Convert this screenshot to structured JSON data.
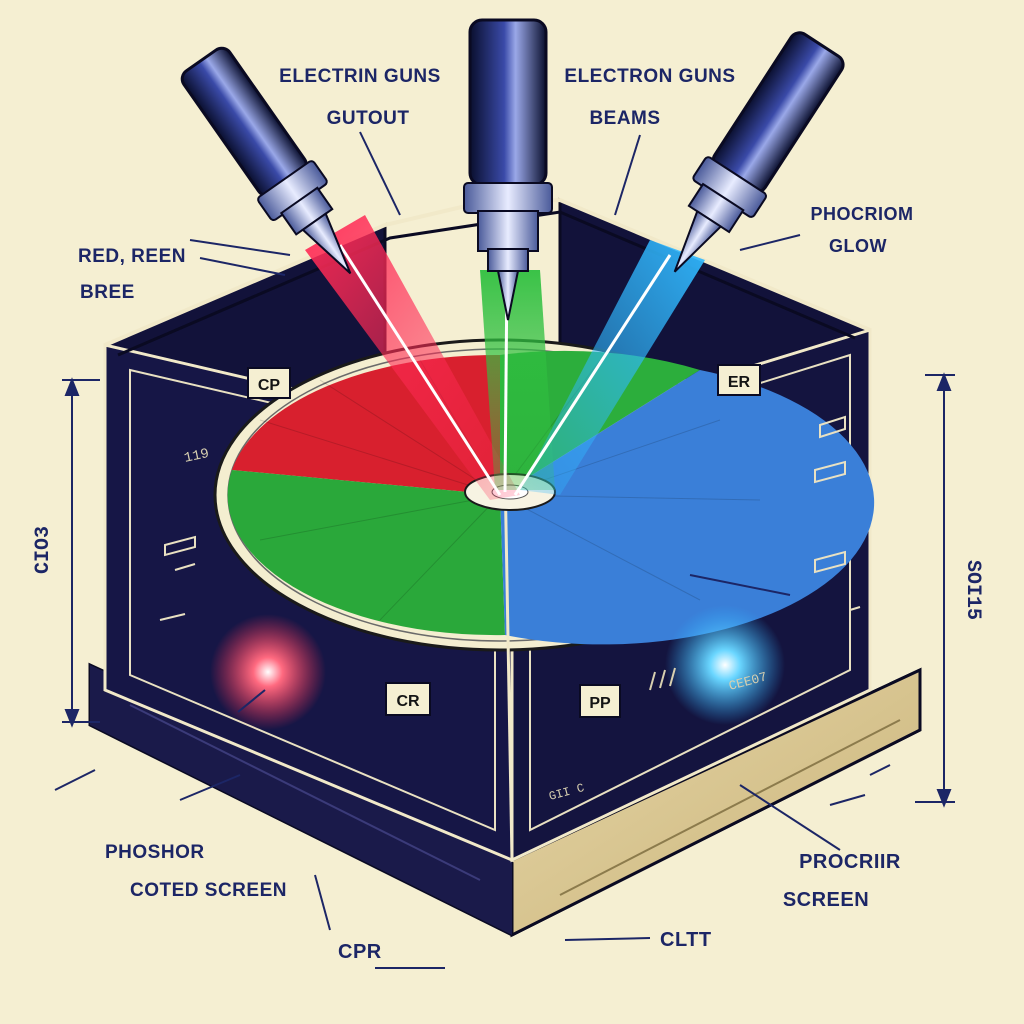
{
  "labels": {
    "electron_guns_output": [
      "ELECTRIN GUNS",
      "GUTOUT"
    ],
    "electron_guns_beams": [
      "ELECTRON GUNS",
      "BEAMS"
    ],
    "phosphor_glow": [
      "PHOCRIOM",
      "GLOW"
    ],
    "red_green_blue": [
      "RED, REEN",
      "BREE"
    ],
    "phosphor_coated_screen": [
      "PHOSHOR",
      "COTED SCREEN"
    ],
    "procrir_screen": [
      "PROCRIIR",
      "SCREEN"
    ],
    "bottom_cpr": "CPR",
    "bottom_clt": "CLTT",
    "box_cp": "CP",
    "box_er": "ER",
    "box_cr": "CR",
    "box_pp": "PP",
    "panel_small_left": "119",
    "panel_small_right": "CEE07",
    "panel_small_middle": "GII C",
    "dim_left": "CIO3",
    "dim_right": "SOI15"
  },
  "colors": {
    "paper": "#f5efd2",
    "ink": "#1c2666",
    "red_phosphor": "#e8203a",
    "green_phosphor": "#2fb03a",
    "blue_phosphor": "#3a7fd8",
    "cabinet": "#12123a"
  },
  "icons": [
    "electron-gun-icon",
    "phosphor-disc-icon",
    "glow-icon"
  ]
}
